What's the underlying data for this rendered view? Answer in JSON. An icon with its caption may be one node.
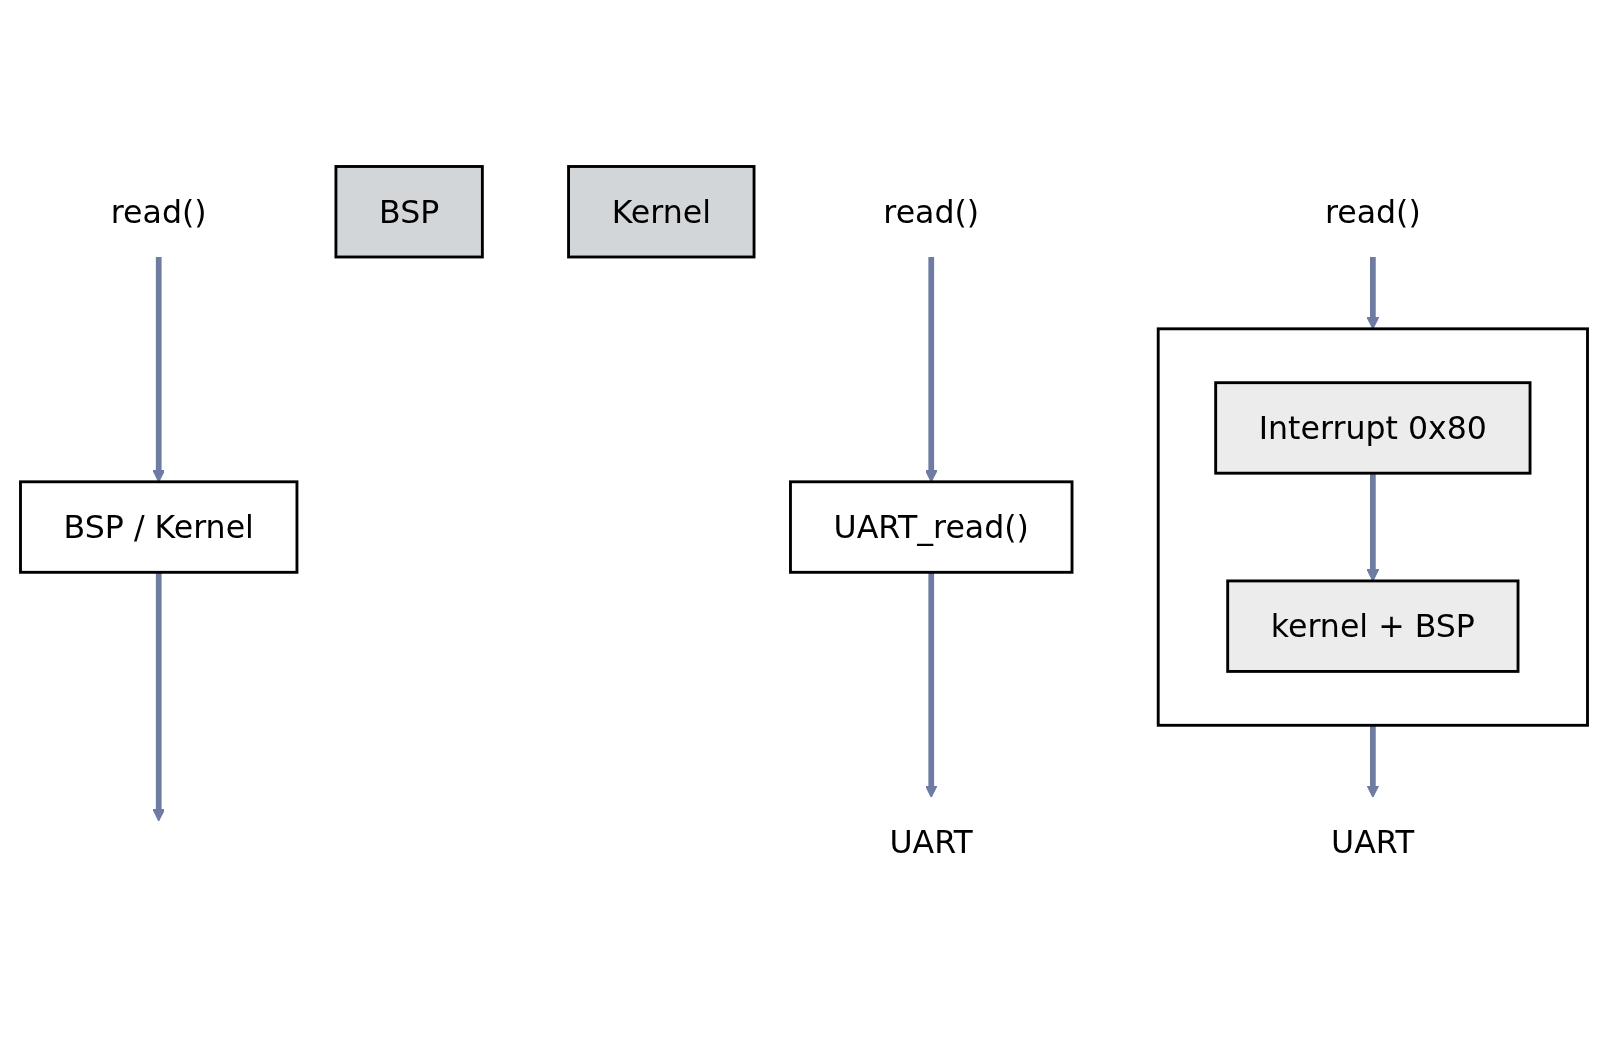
{
  "diagram": {
    "nodes": [
      {
        "text": [
          "read()"
        ]
      },
      {
        "text": [
          "BSP / Kernel"
        ]
      },
      {
        "text": [
          "BSP"
        ]
      },
      {
        "text": [
          "Kernel"
        ]
      },
      {
        "text": [
          "read()"
        ]
      },
      {
        "text": [
          "UART_read()"
        ]
      },
      {
        "text": [
          "UART"
        ]
      },
      {
        "text": [
          "read()"
        ]
      },
      {
        "text": [],
        "shape": "box"
      },
      {
        "text": [
          "Interrupt 0x80"
        ],
        "in": 8
      },
      {
        "text": [
          "kernel + BSP"
        ],
        "in": 8
      },
      {
        "text": [
          "UART"
        ]
      }
    ],
    "edges": [
      {
        "from": 0,
        "to": 1,
        "arrow": "to"
      },
      {
        "from": 1,
        "to": null,
        "arrow": "to"
      },
      {
        "from": 4,
        "to": 5,
        "arrow": "to"
      },
      {
        "from": 5,
        "to": 6,
        "arrow": "to"
      },
      {
        "from": 7,
        "to": 8,
        "arrow": "to"
      },
      {
        "from": 9,
        "to": 10,
        "arrow": "to"
      },
      {
        "from": 8,
        "to": 11,
        "arrow": "to"
      }
    ]
  }
}
